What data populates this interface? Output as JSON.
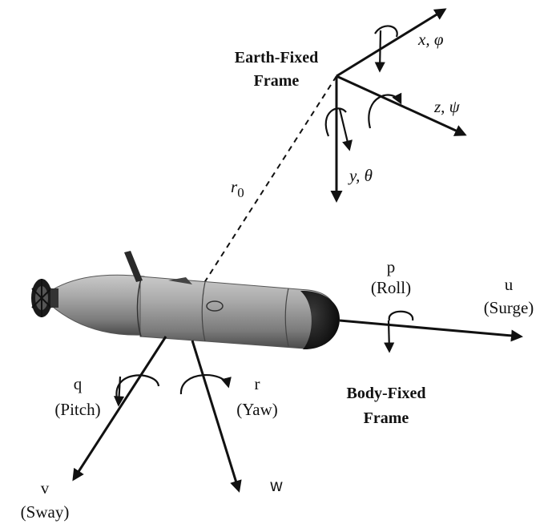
{
  "diagram": {
    "earth_frame": {
      "title_line1": "Earth-Fixed",
      "title_line2": "Frame",
      "axes": {
        "x": "x, φ",
        "z": "z, ψ",
        "y": "y, θ"
      }
    },
    "position_vector": "r",
    "position_vector_subscript": "0",
    "body_frame": {
      "title_line1": "Body-Fixed",
      "title_line2": "Frame",
      "surge": {
        "symbol": "u",
        "name": "(Surge)"
      },
      "roll": {
        "symbol": "p",
        "name": "(Roll)"
      },
      "pitch": {
        "symbol": "q",
        "name": "(Pitch)"
      },
      "yaw": {
        "symbol": "r",
        "name": "(Yaw)"
      },
      "sway": {
        "symbol": "v",
        "name": "(Sway)"
      },
      "heave": {
        "symbol": "w"
      }
    }
  }
}
